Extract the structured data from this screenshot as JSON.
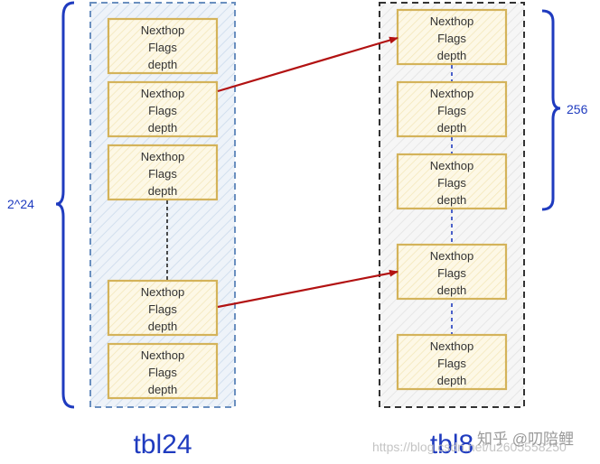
{
  "colors": {
    "table24_border": "#6a8fbf",
    "table24_fill": "#dde8f3",
    "table8_border": "#333333",
    "entry_border": "#d4b35a",
    "entry_fill": "#fdf6dc",
    "arrow": "#b21212",
    "brace": "#1f3bbf",
    "dots_tbl8": "#1f3bbf"
  },
  "entry_field_lines": [
    "Nexthop",
    "Flags",
    "depth"
  ],
  "tbl24": {
    "title": "tbl24",
    "brace_label": "2^24",
    "entries": [
      {
        "lines": [
          "Nexthop",
          "Flags",
          "depth"
        ]
      },
      {
        "lines": [
          "Nexthop",
          "Flags",
          "depth"
        ]
      },
      {
        "lines": [
          "Nexthop",
          "Flags",
          "depth"
        ]
      },
      {
        "lines": [
          "Nexthop",
          "Flags",
          "depth"
        ]
      },
      {
        "lines": [
          "Nexthop",
          "Flags",
          "depth"
        ]
      }
    ]
  },
  "tbl8": {
    "title": "tbl8",
    "brace_label": "256",
    "entries": [
      {
        "lines": [
          "Nexthop",
          "Flags",
          "depth"
        ]
      },
      {
        "lines": [
          "Nexthop",
          "Flags",
          "depth"
        ]
      },
      {
        "lines": [
          "Nexthop",
          "Flags",
          "depth"
        ]
      },
      {
        "lines": [
          "Nexthop",
          "Flags",
          "depth"
        ]
      },
      {
        "lines": [
          "Nexthop",
          "Flags",
          "depth"
        ]
      }
    ]
  },
  "arrows": [
    {
      "from": "tbl24.entries.1",
      "to": "tbl8.entries.0"
    },
    {
      "from": "tbl24.entries.3",
      "to": "tbl8.entries.3"
    }
  ],
  "watermark": {
    "text": "知乎 @叨陪鲤",
    "url": "https://blog.csdn.net/u2605558250"
  }
}
